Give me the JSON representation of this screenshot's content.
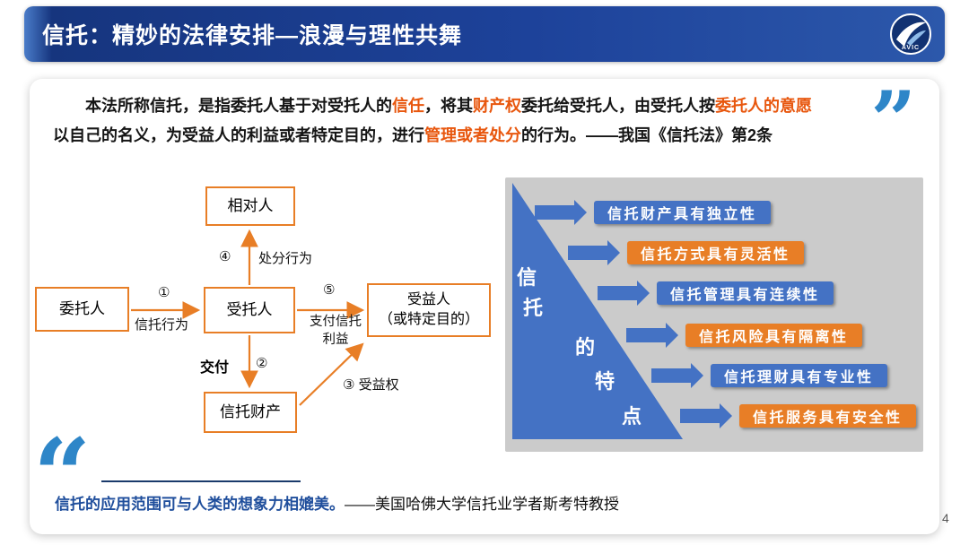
{
  "header": {
    "title": "信托：精妙的法律安排—浪漫与理性共舞",
    "logo_text": "AVIC"
  },
  "icons": {
    "quote_open": "“",
    "quote_close": "”"
  },
  "law_quote": {
    "s1": "本法所称信托，是指委托人基于对受托人的",
    "s2": "信任",
    "s3": "，将其",
    "s4": "财产权",
    "s5": "委托给受托人，由受托人按",
    "s6": "委托人的意愿",
    "s7": "以自己的名义，为受益人的利益或者特定目的，进行",
    "s8": "管理或者处分",
    "s9": "的行为。——我国《信托法》第2条"
  },
  "flowchart": {
    "nodes": {
      "counterparty": "相对人",
      "settlor": "委托人",
      "trustee": "受托人",
      "beneficiary_line1": "受益人",
      "beneficiary_line2": "（或特定目的）",
      "trust_property": "信托财产"
    },
    "labels": {
      "step1_num": "①",
      "step1_text": "信托行为",
      "step2_num": "②",
      "step2_text": "交付",
      "step3_text": "③ 受益权",
      "step4_num": "④",
      "step4_text": "处分行为",
      "step5_num": "⑤",
      "step5_line1": "支付信托",
      "step5_line2": "利益"
    }
  },
  "features": {
    "triangle_chars": [
      "信",
      "托",
      "的",
      "特",
      "点"
    ],
    "items": [
      {
        "label": "信托财产具有独立性",
        "color": "#4472C4"
      },
      {
        "label": "信托方式具有灵活性",
        "color": "#E87E26"
      },
      {
        "label": "信托管理具有连续性",
        "color": "#4472C4"
      },
      {
        "label": "信托风险具有隔离性",
        "color": "#E87E26"
      },
      {
        "label": "信托理财具有专业性",
        "color": "#4472C4"
      },
      {
        "label": "信托服务具有安全性",
        "color": "#E87E26"
      }
    ]
  },
  "bottom_quote": {
    "highlight": "信托的应用范围可与人类的想象力相媲美。",
    "attribution": "——美国哈佛大学信托业学者斯考特教授"
  },
  "page_number": "4",
  "colors": {
    "header_blue": "#16357E",
    "accent_orange": "#E87E26",
    "feature_blue": "#4472C4",
    "quote_blue": "#2E86C8",
    "panel_gray": "#CBCBCB",
    "highlight_red": "#E8570E",
    "bottom_quote_blue": "#1F4E9C"
  }
}
